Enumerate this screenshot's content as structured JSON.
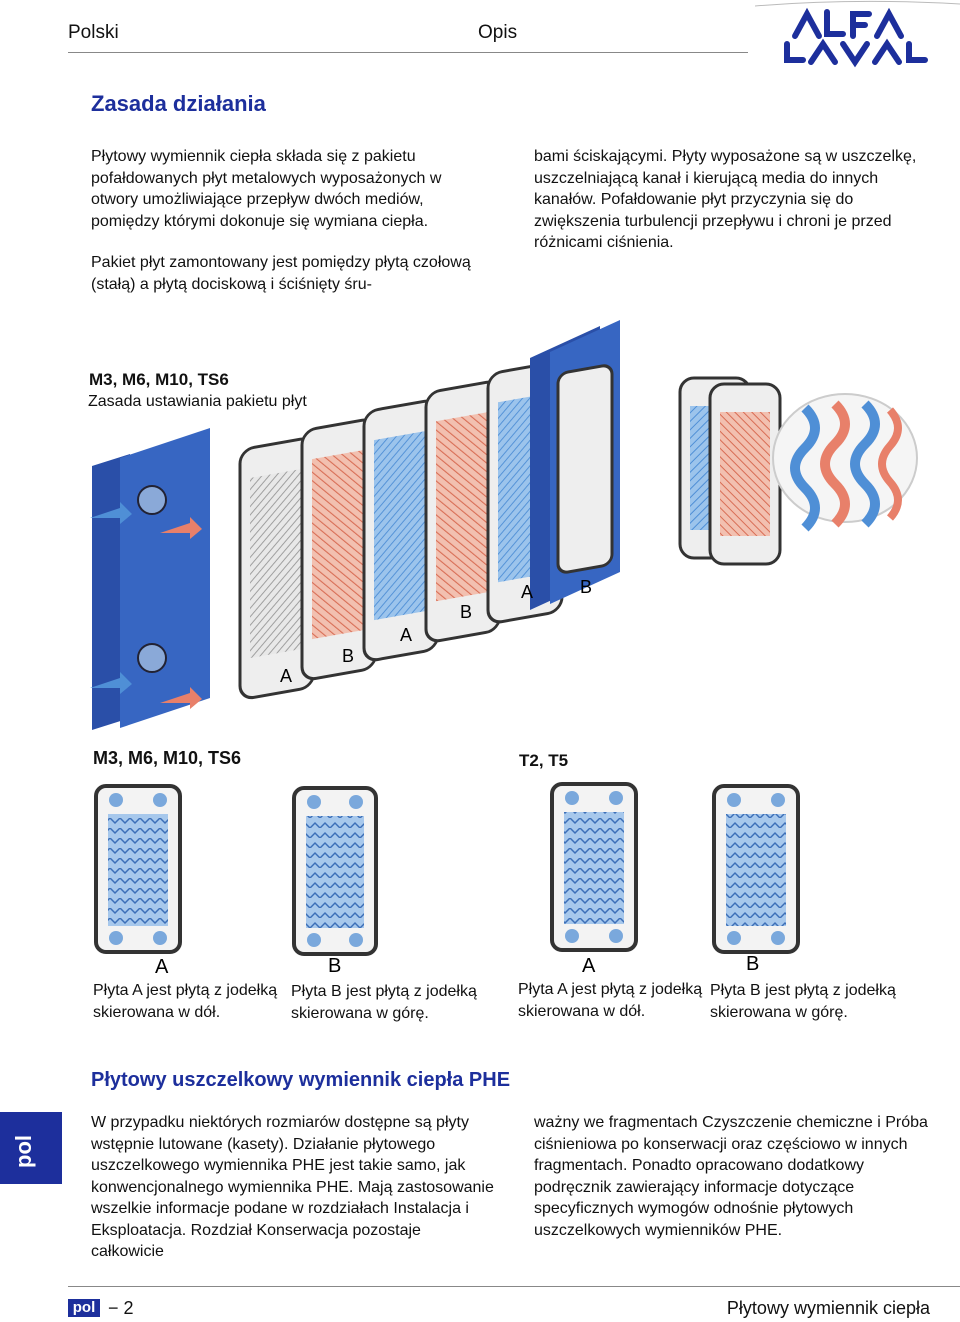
{
  "header": {
    "language": "Polski",
    "section": "Opis",
    "logo_text": "ALFA LAVAL"
  },
  "title": "Zasada działania",
  "intro": {
    "left_1": "Płytowy wymiennik ciepła składa się z pakietu pofałdowanych płyt metalowych wyposażonych w otwory umożliwiające przepływ dwóch mediów, pomiędzy którymi dokonuje się wymiana ciepła.",
    "left_2": "Pakiet płyt zamontowany jest pomiędzy płytą czołową (stałą) a płytą dociskową i ściśnięty śru-",
    "right": "bami ściskającymi. Płyty wyposażone są w uszczelkę, uszczelniającą kanał i kierującą media do innych kanałów. Pofałdowanie płyt przyczynia się do zwiększenia turbulencji przepływu i chroni je przed różnicami ciśnienia."
  },
  "figure1": {
    "title": "M3, M6, M10, TS6",
    "subtitle": "Zasada ustawiania pakietu płyt",
    "labels": [
      "A",
      "B",
      "A",
      "B",
      "A",
      "B"
    ]
  },
  "figure2": {
    "left_label": "M3, M6, M10, TS6",
    "right_label": "T2, T5",
    "plate_letters": [
      "A",
      "B",
      "A",
      "B"
    ]
  },
  "captions": [
    "Płyta A jest płytą z jodełką skierowana w dół.",
    "Płyta B jest płytą z jodełką skierowana w górę.",
    "Płyta A jest płytą z jodełką skierowana w dół.",
    "Płyta B jest płytą z jodełką skierowana w górę."
  ],
  "phe": {
    "title": "Płytowy uszczelkowy wymiennik ciepła PHE",
    "tab": "pol",
    "left": "W przypadku niektórych rozmiarów dostępne są płyty wstępnie lutowane (kasety). Działanie płytowego uszczelkowego wymiennika PHE jest takie samo, jak konwencjonalnego wymiennika PHE. Mają zastosowanie wszelkie informacje podane w rozdziałach Instalacja i Eksploatacja. Rozdział Konserwacja pozostaje całkowicie",
    "right": "ważny we fragmentach Czyszczenie chemiczne i Próba ciśnieniowa po konserwacji oraz częściowo w innych fragmentach. Ponadto opracowano dodatkowy podręcznik zawierający informacje dotyczące specyficznych wymogów odnośnie płytowych uszczelkowych wymienników PHE."
  },
  "footer": {
    "badge": "pol",
    "page": "− 2",
    "title": "Płytowy wymiennik ciepła"
  },
  "colors": {
    "accent": "#1d2f9c",
    "cold": "#4f8fd6",
    "hot": "#e8806a"
  }
}
